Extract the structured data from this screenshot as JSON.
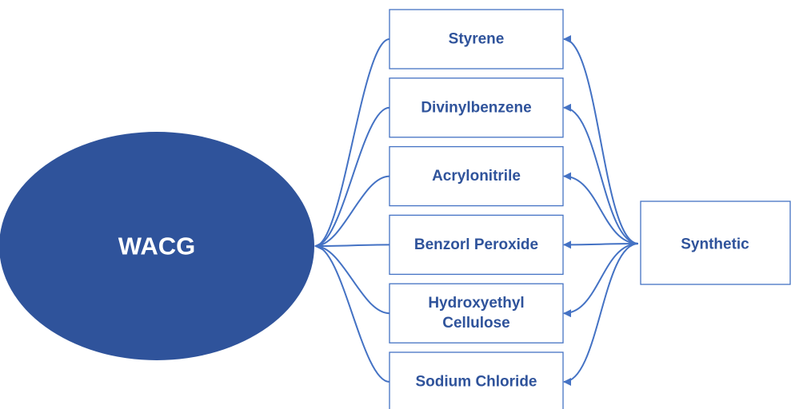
{
  "diagram": {
    "hub": {
      "label": "WACG",
      "fill": "#2f539b"
    },
    "source": {
      "label": "Synthetic"
    },
    "components": [
      {
        "lines": [
          "Styrene"
        ]
      },
      {
        "lines": [
          "Divinylbenzene"
        ]
      },
      {
        "lines": [
          "Acrylonitrile"
        ]
      },
      {
        "lines": [
          "Benzorl Peroxide"
        ]
      },
      {
        "lines": [
          "Hydroxyethyl",
          "Cellulose"
        ]
      },
      {
        "lines": [
          "Sodium Chloride"
        ]
      }
    ],
    "colors": {
      "line": "#4472c4",
      "text": "#2f539b",
      "box_fill": "#ffffff"
    }
  }
}
